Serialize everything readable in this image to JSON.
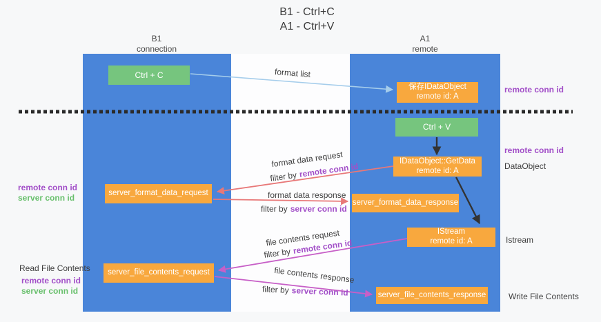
{
  "title": {
    "line1": "B1 - Ctrl+C",
    "line2": "A1 - Ctrl+V"
  },
  "lifelines": {
    "left": {
      "name": "B1",
      "role": "connection"
    },
    "right": {
      "name": "A1",
      "role": "remote"
    }
  },
  "boxes": {
    "ctrl_c": {
      "label": "Ctrl + C"
    },
    "save_idataobject": {
      "line1": "保存IDataObject",
      "line2": "remote id: A"
    },
    "ctrl_v": {
      "label": "Ctrl + V"
    },
    "idataobject_getdata": {
      "line1": "IDataObject::GetData",
      "line2": "remote id: A"
    },
    "server_format_data_request": {
      "label": "server_format_data_request"
    },
    "server_format_data_response": {
      "label": "server_format_data_response"
    },
    "istream": {
      "line1": "IStream",
      "line2": "remote id: A"
    },
    "server_file_contents_request": {
      "label": "server_file_contents_request"
    },
    "server_file_contents_response": {
      "label": "server_file_contents_response"
    }
  },
  "arrow_labels": {
    "format_list": "format list",
    "format_data_request": "format data request",
    "format_data_response": "format data response",
    "file_contents_request": "file contents request",
    "file_contents_response": "file contents response",
    "filter_by": "filter by",
    "remote_conn_id": "remote conn id",
    "server_conn_id": "server conn id"
  },
  "side_labels": {
    "right_top_remote_conn_id": "remote conn id",
    "right_mid_remote_conn_id": "remote conn id",
    "dataobject": "DataObject",
    "istream": "Istream",
    "write_file_contents": "Write File Contents",
    "left_top_remote_conn_id": "remote conn id",
    "left_top_server_conn_id": "server conn id",
    "read_file_contents": "Read File Contents",
    "left_bottom_remote_conn_id": "remote conn id",
    "left_bottom_server_conn_id": "server conn id"
  },
  "colors": {
    "lifeline_blue": "#4a85d9",
    "box_orange": "#f8a83e",
    "box_green": "#76c57e",
    "arrow_salmon": "#e87878",
    "arrow_magenta": "#c75fc7",
    "arrow_light_blue": "#a5cdeb",
    "arrow_black": "#333333",
    "conn_id_purple": "#a24fc8",
    "conn_id_green": "#67bf6b"
  }
}
